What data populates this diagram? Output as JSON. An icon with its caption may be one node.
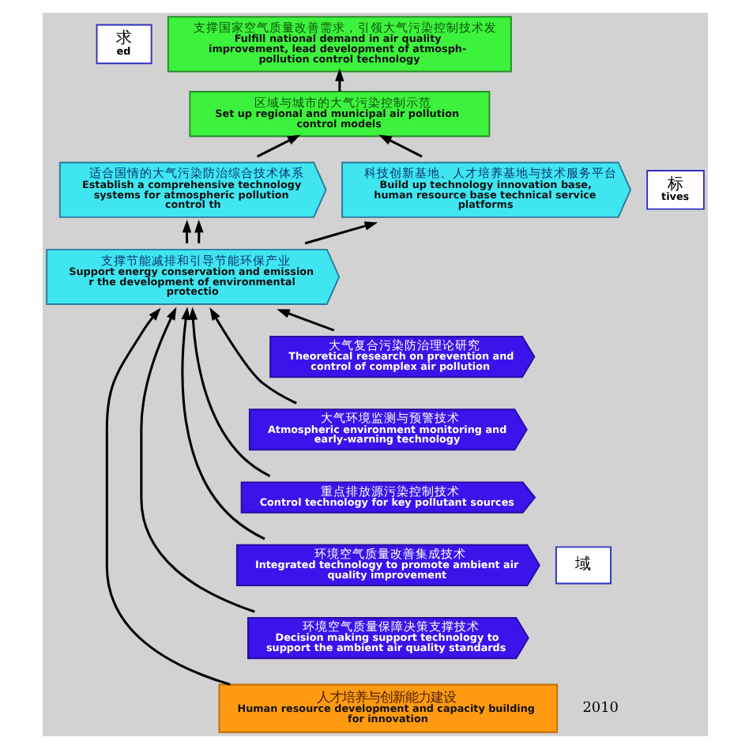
{
  "diagram": {
    "nodes": [
      {
        "text": [
          "求",
          "ed"
        ]
      },
      {
        "text": [
          "支撑国家空气质量改善需求，引领大气污染控制技术发",
          "Fulfill national demand in air quality improvement, lead development of atmosph- pollution control technology"
        ]
      },
      {
        "text": [
          "区域与城市的大气污染控制示范",
          "Set up regional and municipal air pollution control models"
        ]
      },
      {
        "text": [
          "标",
          "tives"
        ]
      },
      {
        "text": [
          "适合国情的大气污染防治综合技术体系",
          "Establish a comprehensive technology systems for atmospheric pollution control th"
        ]
      },
      {
        "text": [
          "科技创新基地、人才培养基地与技术服务平台",
          "Build up technology innovation base, human resource base technical service platforms"
        ]
      },
      {
        "text": [
          "支撑节能减排和引导节能环保产业",
          "Support energy conservation and emission r the development of environmental protectio"
        ]
      },
      {
        "text": [
          "大气复合污染防治理论研究",
          "Theoretical research on prevention and control of complex air pollution"
        ]
      },
      {
        "text": [
          "大气环境监测与预警技术",
          "Atmospheric environment monitoring and early-warning technology"
        ]
      },
      {
        "text": [
          "重点排放源污染控制技术",
          "Control technology for key pollutant sources"
        ]
      },
      {
        "text": [
          "域"
        ]
      },
      {
        "text": [
          "环境空气质量改善集成技术",
          "Integrated technology to promote ambient air quality improvement"
        ]
      },
      {
        "text": [
          "环境空气质量保障决策支撑技术",
          "Decision making support technology to support the ambient air quality standards"
        ]
      },
      {
        "text": [
          "人才培养与创新能力建设",
          "Human resource development and capacity building for innovation"
        ]
      }
    ],
    "edges": [
      {
        "from": 2,
        "to": 1,
        "arrow": "to"
      },
      {
        "from": 4,
        "to": 2,
        "arrow": "to"
      },
      {
        "from": 5,
        "to": 2,
        "arrow": "to"
      },
      {
        "from": 6,
        "to": 4,
        "arrow": "to"
      },
      {
        "from": 6,
        "to": 4,
        "arrow": "to"
      },
      {
        "from": 6,
        "to": 5,
        "arrow": "to"
      },
      {
        "from": 7,
        "to": 6,
        "arrow": "to"
      },
      {
        "from": 8,
        "to": 6,
        "arrow": "to"
      },
      {
        "from": 9,
        "to": 6,
        "arrow": "to"
      },
      {
        "from": 11,
        "to": 6,
        "arrow": "to"
      },
      {
        "from": 12,
        "to": 6,
        "arrow": "to"
      },
      {
        "from": 13,
        "to": 6,
        "arrow": "to"
      }
    ],
    "labels": [
      "2010"
    ]
  }
}
